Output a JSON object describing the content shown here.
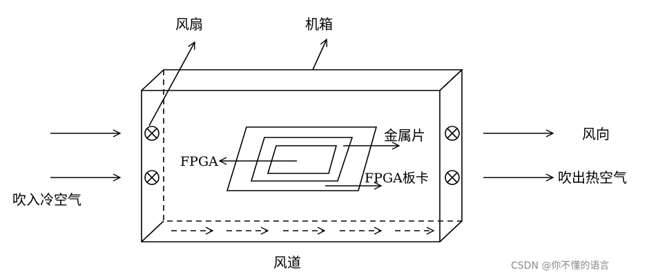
{
  "labels": {
    "fan": "风扇",
    "chassis": "机箱",
    "metal_sheet": "金属片",
    "fpga": "FPGA",
    "fpga_board": "FPGA板卡",
    "wind_direction": "风向",
    "cold_air_in": "吹入冷空气",
    "hot_air_out": "吹出热空气",
    "air_duct": "风道"
  },
  "watermark": "CSDN @你不懂的语言",
  "colors": {
    "line": "#000000",
    "watermark": "#8a8a8a"
  }
}
